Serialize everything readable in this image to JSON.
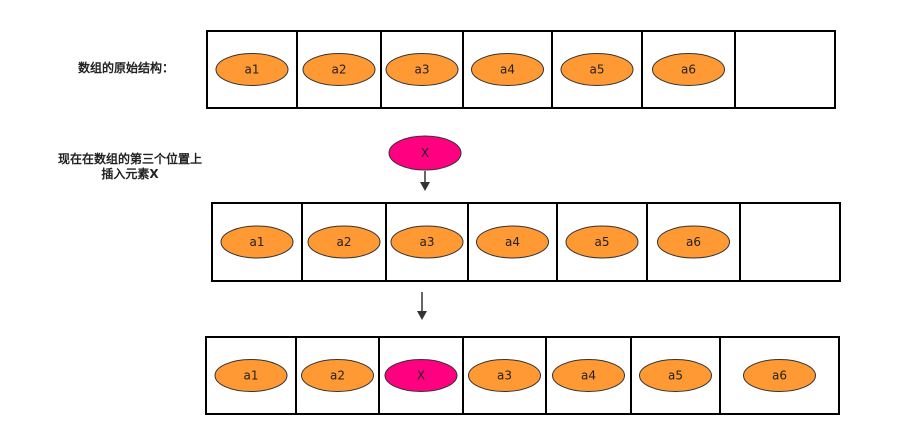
{
  "labels": {
    "original": "数组的原始结构：",
    "insert_line1": "现在在数组的第三个位置上",
    "insert_line2": "插入元素X"
  },
  "insert_element": "X",
  "rows": [
    [
      "a1",
      "a2",
      "a3",
      "a4",
      "a5",
      "a6",
      ""
    ],
    [
      "a1",
      "a2",
      "a3",
      "a4",
      "a5",
      "a6",
      ""
    ],
    [
      "a1",
      "a2",
      "X",
      "a3",
      "a4",
      "a5",
      "a6"
    ]
  ],
  "colors": {
    "element": "#ff9933",
    "inserted": "#ff0080",
    "stroke": "#000000"
  }
}
